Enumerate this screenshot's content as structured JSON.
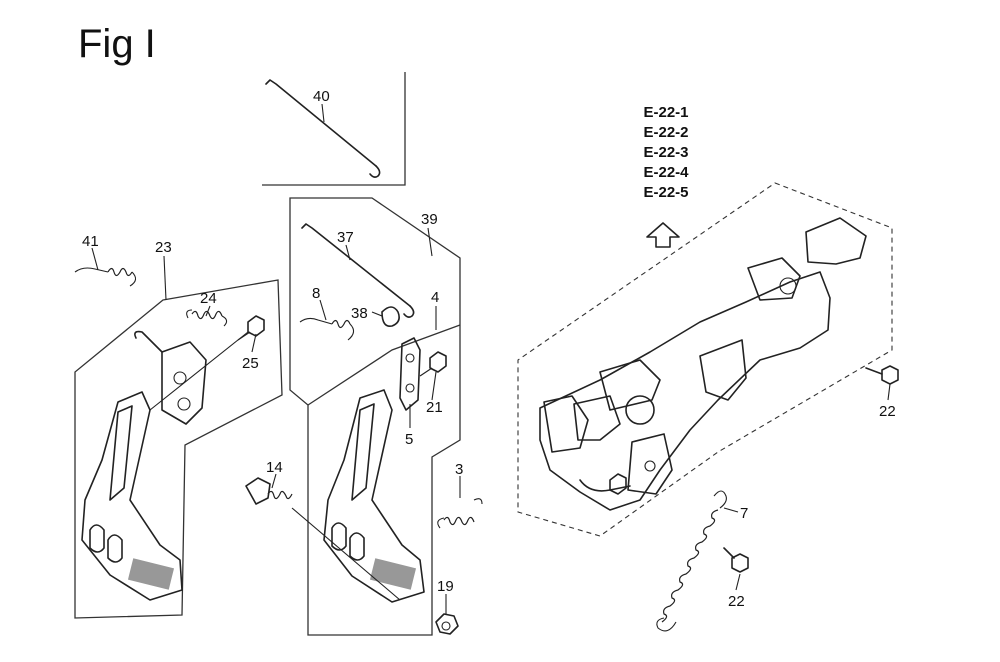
{
  "figure": {
    "title": "Fig I"
  },
  "reference_codes": [
    "E-22-1",
    "E-22-2",
    "E-22-3",
    "E-22-4",
    "E-22-5"
  ],
  "callouts": {
    "p40": "40",
    "p41": "41",
    "p23": "23",
    "p24": "24",
    "p25": "25",
    "p37": "37",
    "p39": "39",
    "p8": "8",
    "p38": "38",
    "p4": "4",
    "p21": "21",
    "p5": "5",
    "p14": "14",
    "p3": "3",
    "p19": "19",
    "p7": "7",
    "p22a": "22",
    "p22b": "22"
  }
}
